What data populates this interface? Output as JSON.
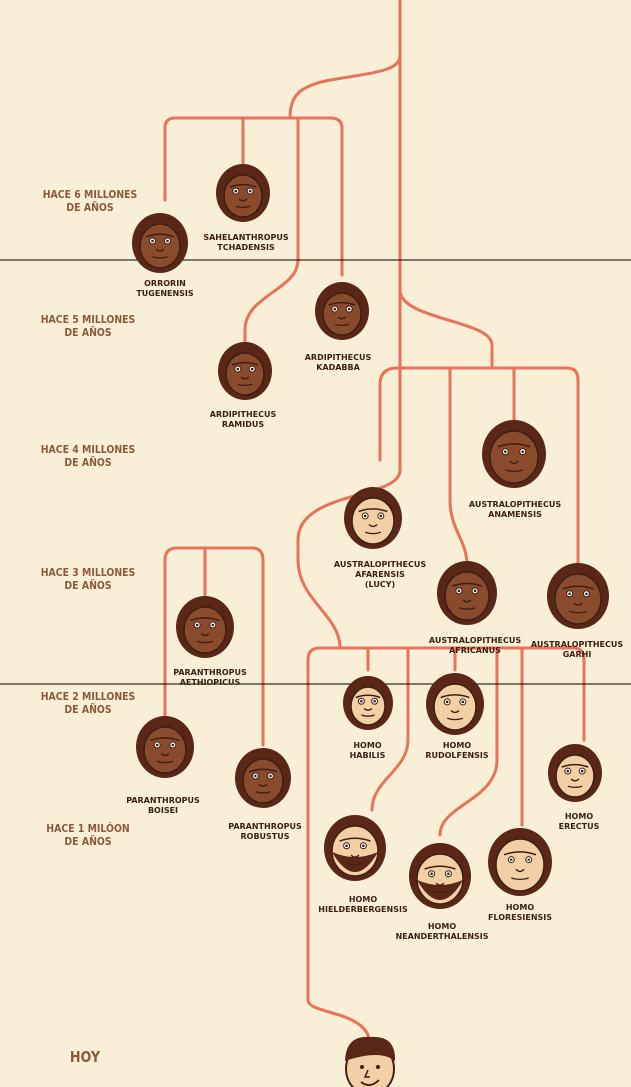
{
  "eras": [
    {
      "line1": "HACE 6 MILLONES",
      "line2": "DE AÑOS"
    },
    {
      "line1": "HACE 5 MILLONES",
      "line2": "DE AÑOS"
    },
    {
      "line1": "HACE 4 MILLONES",
      "line2": "DE AÑOS"
    },
    {
      "line1": "HACE 3 MILLONES",
      "line2": "DE AÑOS"
    },
    {
      "line1": "HACE 2 MILLONES",
      "line2": "DE AÑOS"
    },
    {
      "line1": "HACE 1 MILÓON",
      "line2": "DE AÑOS"
    },
    {
      "line1": "HOY",
      "line2": ""
    }
  ],
  "species": [
    {
      "line1": "ORRORIN",
      "line2": "TUGENENSIS",
      "line3": ""
    },
    {
      "line1": "SAHELANTHROPUS",
      "line2": "TCHADENSIS",
      "line3": ""
    },
    {
      "line1": "ARDIPITHECUS",
      "line2": "KADABBA",
      "line3": ""
    },
    {
      "line1": "ARDIPITHECUS",
      "line2": "RAMIDUS",
      "line3": ""
    },
    {
      "line1": "AUSTRALOPITHECUS",
      "line2": "ANAMENSIS",
      "line3": ""
    },
    {
      "line1": "AUSTRALOPITHECUS",
      "line2": "AFARENSIS",
      "line3": "(LUCY)"
    },
    {
      "line1": "AUSTRALOPITHECUS",
      "line2": "AFRICANUS",
      "line3": ""
    },
    {
      "line1": "AUSTRALOPITHECUS",
      "line2": "GARHI",
      "line3": ""
    },
    {
      "line1": "PARANTHROPUS",
      "line2": "AETHIOPICUS",
      "line3": ""
    },
    {
      "line1": "PARANTHROPUS",
      "line2": "BOISEI",
      "line3": ""
    },
    {
      "line1": "PARANTHROPUS",
      "line2": "ROBUSTUS",
      "line3": ""
    },
    {
      "line1": "HOMO",
      "line2": "HABILIS",
      "line3": ""
    },
    {
      "line1": "HOMO",
      "line2": "RUDOLFENSIS",
      "line3": ""
    },
    {
      "line1": "HOMO",
      "line2": "ERECTUS",
      "line3": ""
    },
    {
      "line1": "HOMO",
      "line2": "HIELDERBERGENSIS",
      "line3": ""
    },
    {
      "line1": "HOMO",
      "line2": "NEANDERTHALENSIS",
      "line3": ""
    },
    {
      "line1": "HOMO",
      "line2": "FLORESIENSIS",
      "line3": ""
    }
  ],
  "colors": {
    "background": "#f9efd6",
    "branch": "#e8735a",
    "era_text": "#8b5a3a",
    "label_text": "#3b1f14",
    "face_dark": "#5a2716",
    "face_medium": "#8a4a2c",
    "face_light": "#f2cfa4",
    "face_outline": "#3b1f14",
    "divider": "#000000"
  },
  "icons": [
    "hominid-face-icon",
    "human-face-icon"
  ]
}
